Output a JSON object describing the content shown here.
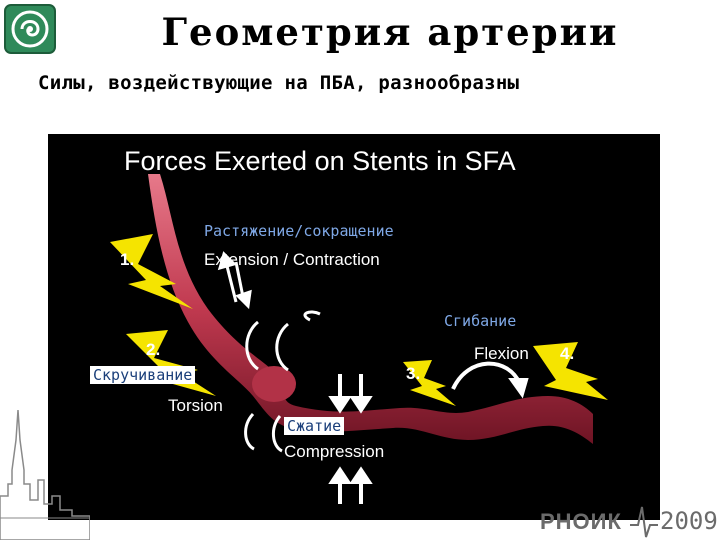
{
  "header": {
    "title": "Геометрия артерии",
    "subtitle": "Силы, воздействующие на ПБА, разнообразны"
  },
  "slide": {
    "heading": "Forces Exerted on Stents in SFA",
    "forces": [
      {
        "number": "1.",
        "label_en": "Extension / Contraction",
        "label_ru": "Растяжение/сокращение"
      },
      {
        "number": "2.",
        "label_en": "Torsion",
        "label_ru": "Скручивание"
      },
      {
        "number": "3.",
        "label_en": "Compression",
        "label_ru": "Сжатие"
      },
      {
        "number": "4.",
        "label_en": "Flexion",
        "label_ru": "Сгибание"
      }
    ]
  },
  "footer": {
    "brand": "РНОИК",
    "year": "2009"
  },
  "colors": {
    "panel_bg": "#000000",
    "artery": "#c0394f",
    "bolt": "#f5e400",
    "russian_label": "#1b3f7a"
  }
}
